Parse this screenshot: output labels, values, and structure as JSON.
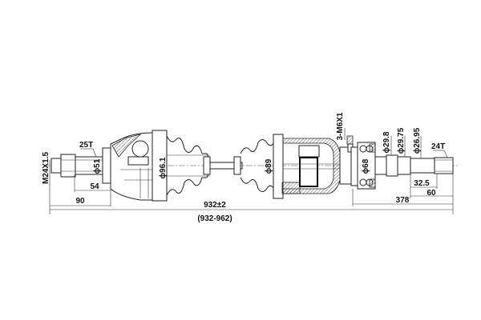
{
  "drawing": {
    "labels": {
      "thread": "M24X1.5",
      "left_spline": "25T",
      "left_diameter": "ϕ51",
      "left_length_54": "54",
      "left_length_90": "90",
      "outer_joint_diameter": "ϕ96.1",
      "total_length": "932±2",
      "length_range": "(932-962)",
      "inner_joint_diameter": "ϕ89",
      "bolt_spec": "3-M6X1",
      "bearing_diameter": "ϕ68",
      "dia_29_8": "ϕ29.8",
      "dia_29_75": "ϕ29.75",
      "dia_26_95": "ϕ26.95",
      "right_spline": "24T",
      "right_length_32_5": "32.5",
      "right_length_60": "60",
      "right_length_378": "378"
    }
  }
}
